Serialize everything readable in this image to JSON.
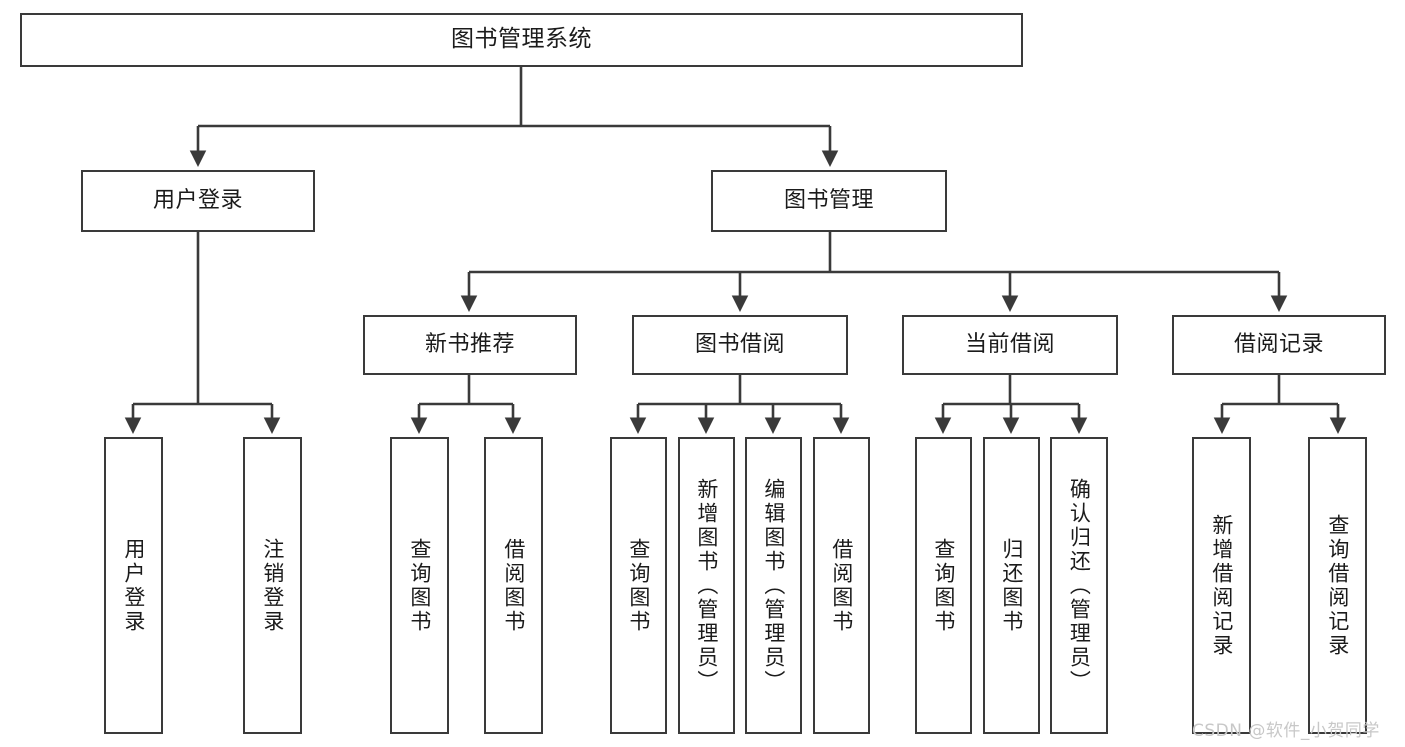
{
  "diagram": {
    "title": "图书管理系统",
    "watermark": "CSDN @软件_小贺同学",
    "stroke_color": "#3a3a3a",
    "text_color": "#1b1b1b",
    "background": "#ffffff",
    "watermark_color": "#c8c8c8"
  },
  "nodes": {
    "root": "图书管理系统",
    "level2": {
      "user_login": "用户登录",
      "book_manage": "图书管理"
    },
    "level3": {
      "new_book_recommend": "新书推荐",
      "book_borrow": "图书借阅",
      "current_borrow": "当前借阅",
      "borrow_record": "借阅记录"
    },
    "leaves": {
      "user_login_leaf": "用户登录",
      "logout_leaf": "注销登录",
      "recommend_query_book": "查询图书",
      "recommend_borrow_book": "借阅图书",
      "borrow_query_book": "查询图书",
      "borrow_add_book": "新增图书（管理员）",
      "borrow_edit_book": "编辑图书（管理员）",
      "borrow_borrow_book": "借阅图书",
      "current_query_book": "查询图书",
      "current_return_book": "归还图书",
      "current_confirm_return": "确认归还（管理员）",
      "record_add_record": "新增借阅记录",
      "record_query_record": "查询借阅记录"
    }
  },
  "chart_data": {
    "type": "diagram",
    "subtype": "tree-hierarchy",
    "title": "图书管理系统",
    "orientation": "top-down",
    "edge_style": "orthogonal-arrow",
    "tree": {
      "label": "图书管理系统",
      "children": [
        {
          "label": "用户登录",
          "children": [
            {
              "label": "用户登录",
              "children": []
            },
            {
              "label": "注销登录",
              "children": []
            }
          ]
        },
        {
          "label": "图书管理",
          "children": [
            {
              "label": "新书推荐",
              "children": [
                {
                  "label": "查询图书",
                  "children": []
                },
                {
                  "label": "借阅图书",
                  "children": []
                }
              ]
            },
            {
              "label": "图书借阅",
              "children": [
                {
                  "label": "查询图书",
                  "children": []
                },
                {
                  "label": "新增图书（管理员）",
                  "children": []
                },
                {
                  "label": "编辑图书（管理员）",
                  "children": []
                },
                {
                  "label": "借阅图书",
                  "children": []
                }
              ]
            },
            {
              "label": "当前借阅",
              "children": [
                {
                  "label": "查询图书",
                  "children": []
                },
                {
                  "label": "归还图书",
                  "children": []
                },
                {
                  "label": "确认归还（管理员）",
                  "children": []
                }
              ]
            },
            {
              "label": "借阅记录",
              "children": [
                {
                  "label": "新增借阅记录",
                  "children": []
                },
                {
                  "label": "查询借阅记录",
                  "children": []
                }
              ]
            }
          ]
        }
      ]
    },
    "depth": 4,
    "node_count": 20,
    "leaf_count": 13
  }
}
